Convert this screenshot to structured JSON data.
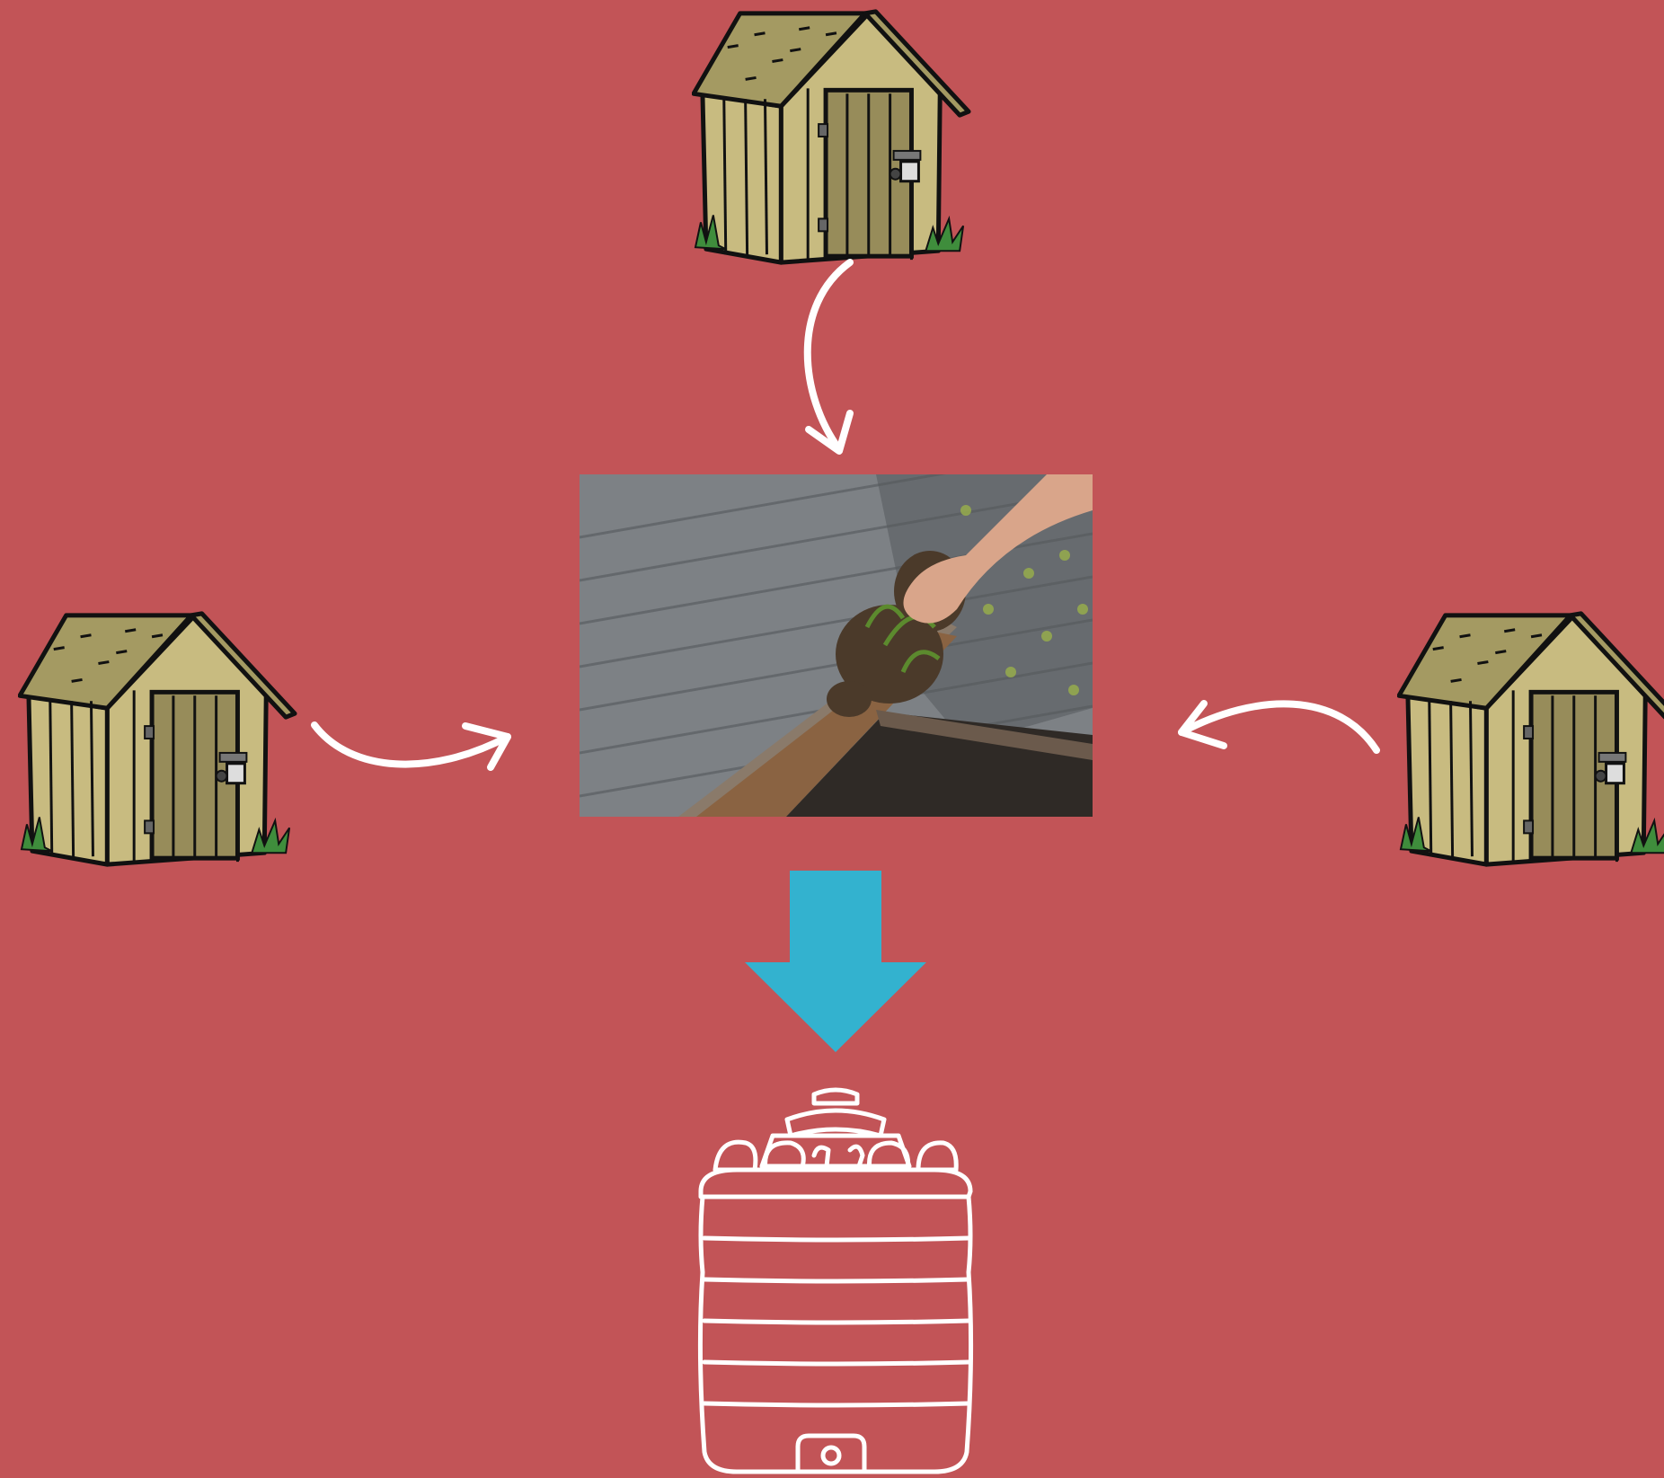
{
  "colors": {
    "background": "#c25457",
    "arrow": "#ffffff",
    "flow_arrow": "#33b2cf",
    "shed_wall": "#c8bb80",
    "shed_wall_dark": "#a99c62",
    "shed_roof": "#a49a62",
    "shed_door": "#978c5a",
    "outline": "#111111",
    "grass": "#3f8d3c",
    "tank_stroke": "#ffffff",
    "shingle": "#7d8185",
    "shingle_dark": "#55595d",
    "gutter_water": "#8a6342",
    "debris": "#4b3a2a",
    "skin": "#d9a58a",
    "moss": "#9ab04a"
  },
  "diagram": {
    "nodes": [
      {
        "id": "shed-top",
        "icon": "shed-icon"
      },
      {
        "id": "shed-left",
        "icon": "shed-icon"
      },
      {
        "id": "shed-right",
        "icon": "shed-icon"
      },
      {
        "id": "gutter-photo",
        "icon": "gutter-cleaning-photo"
      },
      {
        "id": "water-tank",
        "icon": "water-tank-icon"
      }
    ],
    "edges": [
      {
        "from": "shed-top",
        "to": "gutter-photo",
        "style": "curved-white-arrow"
      },
      {
        "from": "shed-left",
        "to": "gutter-photo",
        "style": "curved-white-arrow"
      },
      {
        "from": "shed-right",
        "to": "gutter-photo",
        "style": "curved-white-arrow"
      },
      {
        "from": "gutter-photo",
        "to": "water-tank",
        "style": "solid-blue-arrow"
      }
    ]
  }
}
